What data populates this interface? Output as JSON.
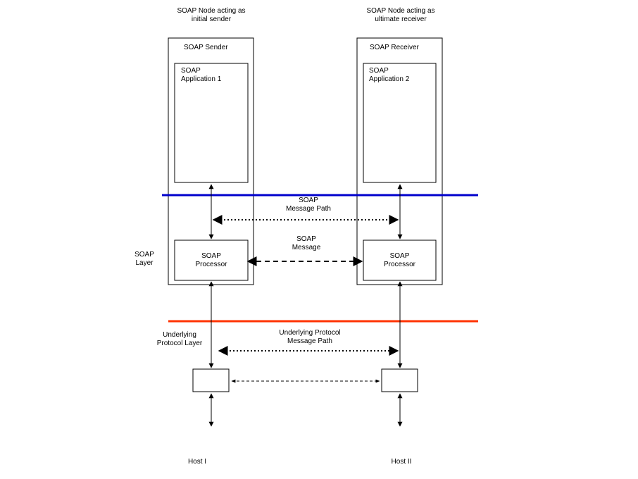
{
  "colors": {
    "soap_layer_line": "#0000cc",
    "protocol_layer_line": "#ff3300",
    "stroke": "#000000",
    "background": "#ffffff"
  },
  "sender": {
    "header_line1": "SOAP Node acting as",
    "header_line2": "initial sender",
    "box_title": "SOAP Sender",
    "app_line1": "SOAP",
    "app_line2": "Application 1",
    "processor_line1": "SOAP",
    "processor_line2": "Processor"
  },
  "receiver": {
    "header_line1": "SOAP Node acting as",
    "header_line2": "ultimate receiver",
    "box_title": "SOAP Receiver",
    "app_line1": "SOAP",
    "app_line2": "Application 2",
    "processor_line1": "SOAP",
    "processor_line2": "Processor"
  },
  "soap_message_path": {
    "line1": "SOAP",
    "line2": "Message Path"
  },
  "soap_message": {
    "line1": "SOAP",
    "line2": "Message"
  },
  "soap_layer": {
    "line1": "SOAP",
    "line2": "Layer"
  },
  "protocol_layer": {
    "line1": "Underlying",
    "line2": "Protocol Layer"
  },
  "protocol_message_path": {
    "line1": "Underlying Protocol",
    "line2": "Message Path"
  },
  "hosts": {
    "host1": "Host I",
    "host2": "Host II"
  }
}
